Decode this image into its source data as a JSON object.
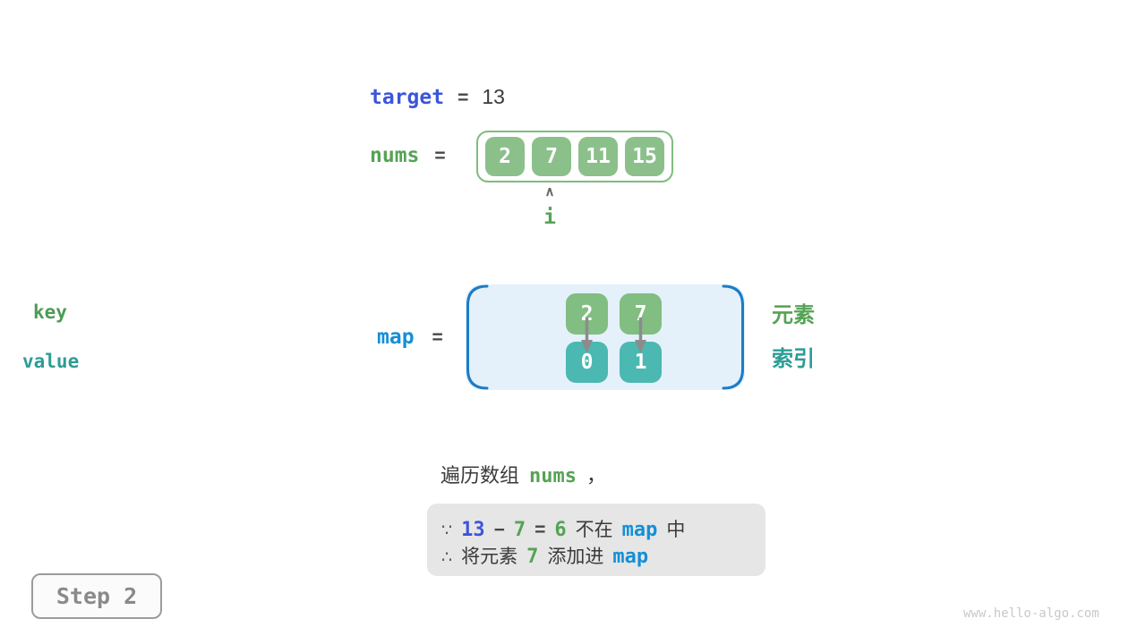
{
  "colors": {
    "accent_blue": "#3C55DB",
    "accent_azure": "#148FD6",
    "accent_green": "#55A355",
    "accent_teal": "#2E9C94",
    "array_cell_green": "#8BC08B",
    "key_cell_green": "#82BD82",
    "value_cell_teal": "#4BB8B1",
    "map_box_bg": "#E4F1FB",
    "map_box_border": "#1C7CC5",
    "explain_box_bg": "#E6E6E6",
    "arrow_gray": "#8C8C8C"
  },
  "target_row": {
    "label": "target",
    "equals": "=",
    "value": "13"
  },
  "nums_row": {
    "label": "nums",
    "equals": "=",
    "cells": [
      "2",
      "7",
      "11",
      "15"
    ],
    "pointer": {
      "symbol": "∧",
      "label": "i",
      "index": 1
    }
  },
  "map_row": {
    "label": "map",
    "equals": "=",
    "key_label": "key",
    "value_label": "value",
    "keys": [
      "2",
      "7"
    ],
    "values": [
      "0",
      "1"
    ],
    "element_label": "元素",
    "index_label": "索引"
  },
  "caption": {
    "prefix": "遍历数组",
    "code": "nums",
    "comma": "，"
  },
  "explain_box": {
    "because": "∵",
    "minuend": "13",
    "minus": "−",
    "subtrahend": "7",
    "equals": "=",
    "difference": "6",
    "not_in": "不在",
    "map_ref1": "map",
    "in_suffix": "中",
    "therefore": "∴",
    "add_prefix": "将元素",
    "added_value": "7",
    "add_suffix": "添加进",
    "map_ref2": "map"
  },
  "step_badge": "Step 2",
  "watermark": "www.hello-algo.com"
}
